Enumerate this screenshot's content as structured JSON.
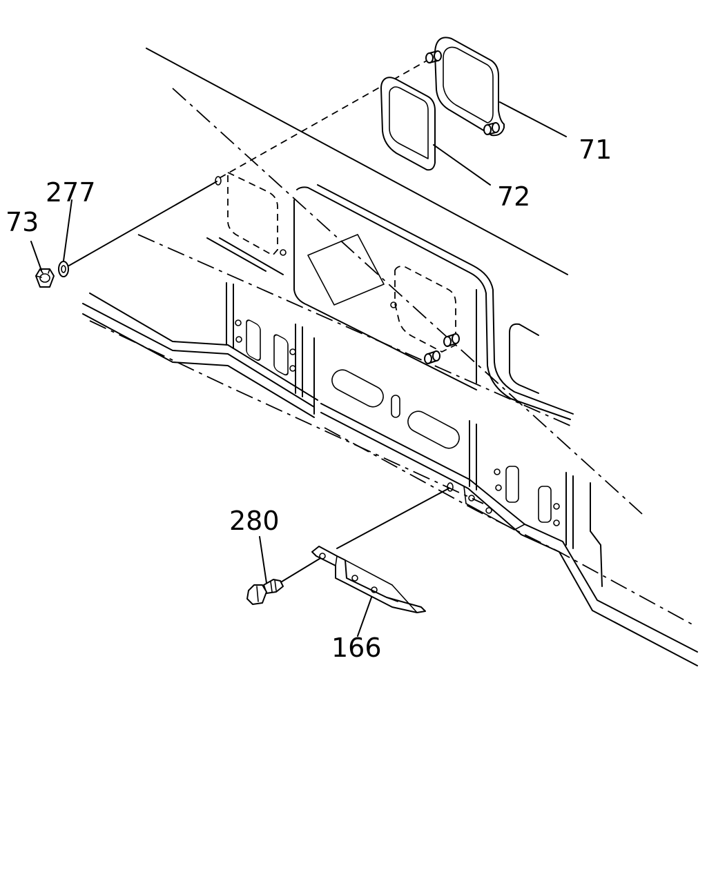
{
  "callouts": {
    "part_71": "71",
    "part_72": "72",
    "part_73": "73",
    "part_277": "277",
    "part_280": "280",
    "part_166": "166"
  }
}
